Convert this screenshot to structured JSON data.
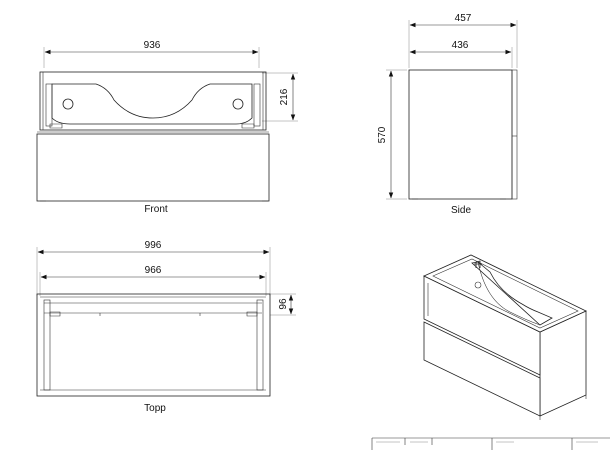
{
  "views": {
    "front": {
      "label": "Front",
      "width_dim": "936",
      "height_dim": "216"
    },
    "side": {
      "label": "Side",
      "outer_width_dim": "457",
      "inner_width_dim": "436",
      "height_dim": "570"
    },
    "top": {
      "label": "Topp",
      "outer_width_dim": "996",
      "inner_width_dim": "966",
      "depth_dim": "96"
    }
  },
  "colors": {
    "line": "#222222",
    "background": "#ffffff"
  }
}
